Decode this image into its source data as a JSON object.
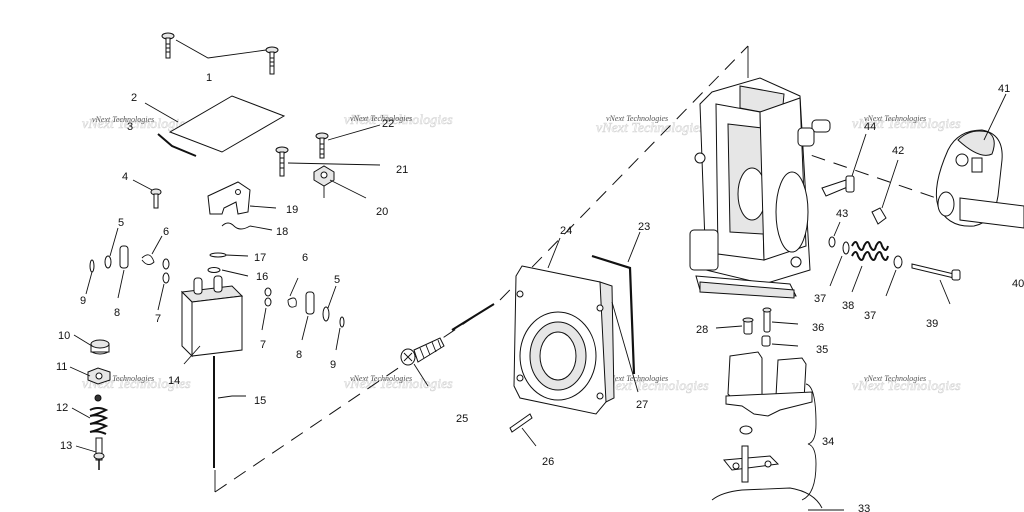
{
  "callouts": [
    "1",
    "2",
    "3",
    "4",
    "5",
    "6",
    "9",
    "8",
    "7",
    "10",
    "11",
    "12",
    "13",
    "14",
    "15",
    "16",
    "17",
    "18",
    "19",
    "20",
    "21",
    "22",
    "23",
    "24",
    "25",
    "26",
    "27",
    "28",
    "36",
    "35",
    "34",
    "33",
    "37",
    "38",
    "37",
    "39",
    "40",
    "41",
    "42",
    "43",
    "44",
    "6",
    "5",
    "7",
    "8",
    "9"
  ],
  "watermark": "vNext Technologies",
  "icons": [
    "screw-icon",
    "spring-icon",
    "needle-icon",
    "carburetor-body-icon"
  ]
}
